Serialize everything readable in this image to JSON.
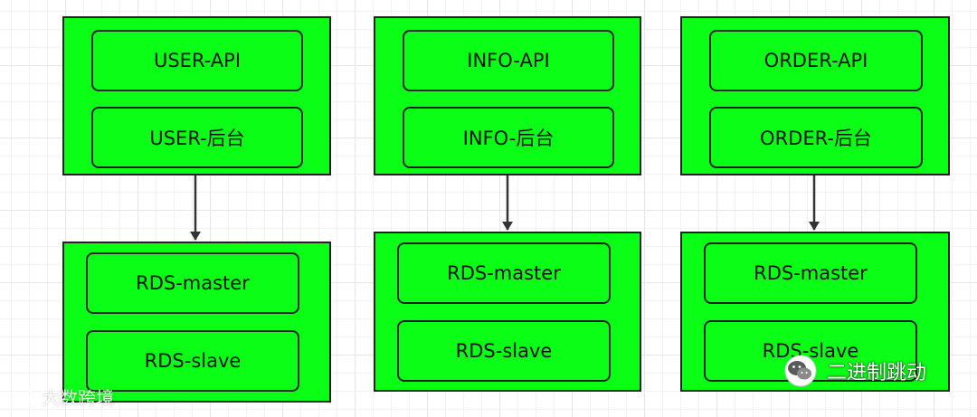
{
  "colors": {
    "box_fill": "#0bff16",
    "border": "#222222",
    "arrow": "#333333",
    "grid": "#e6e6e6"
  },
  "services": [
    {
      "api": "USER-API",
      "backend": "USER-后台",
      "db_master": "RDS-master",
      "db_slave": "RDS-slave"
    },
    {
      "api": "INFO-API",
      "backend": "INFO-后台",
      "db_master": "RDS-master",
      "db_slave": "RDS-slave"
    },
    {
      "api": "ORDER-API",
      "backend": "ORDER-后台",
      "db_master": "RDS-master",
      "db_slave": "RDS-slave"
    }
  ],
  "watermarks": {
    "left": "大数跨境",
    "right": "二进制跳动",
    "left_icon": "weibo-icon",
    "right_icon": "wechat-icon"
  }
}
